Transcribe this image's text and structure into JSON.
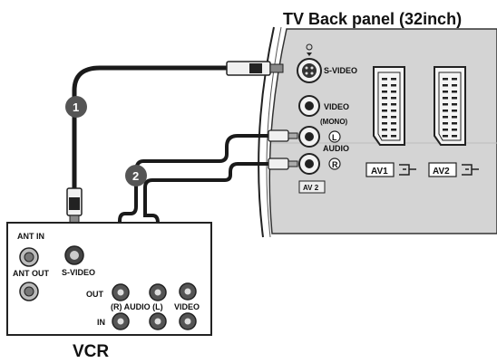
{
  "tv": {
    "title": "TV Back panel (32inch)",
    "svideo_label": "S-VIDEO",
    "video_label": "VIDEO",
    "mono_label": "(MONO)",
    "audio_label": "AUDIO",
    "left_marker": "L",
    "right_marker": "R",
    "av2_tag": "AV 2",
    "av1_label": "AV1",
    "av2_label": "AV2"
  },
  "vcr": {
    "title": "VCR",
    "ant_in_label": "ANT IN",
    "ant_out_label": "ANT OUT",
    "svideo_label": "S-VIDEO",
    "out_label": "OUT",
    "in_label": "IN",
    "audio_row_label": "(R) AUDIO (L)",
    "video_label": "VIDEO"
  },
  "steps": [
    "1",
    "2"
  ],
  "colors": {
    "panel": "#d4d4d4",
    "cable": "#1a1a1a",
    "callout": "#555555"
  }
}
